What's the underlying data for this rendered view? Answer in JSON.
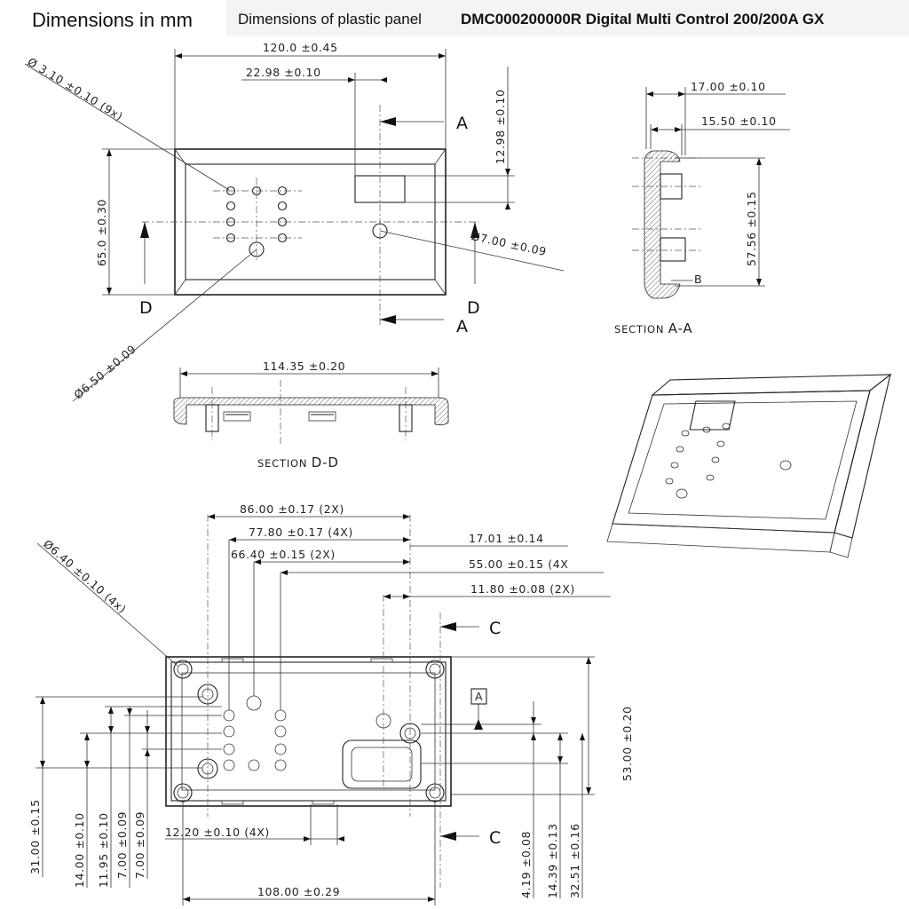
{
  "header": {
    "title": "Dimensions in mm",
    "subtitle": "Dimensions of plastic panel",
    "product": "DMC000200000R  Digital Multi Control 200/200A GX"
  },
  "front_view": {
    "width": "120.0 ±0.45",
    "offset_x": "22.98 ±0.10",
    "offset_y": "12.98 ±0.10",
    "height": "65.0 ±0.30",
    "hole_small": "Ø 3.10 ±0.10 (9x)",
    "hole_center": "Ø7.00 ±0.09",
    "hole_knob": "Ø6.50 ±0.09",
    "label_d": "D",
    "label_a": "A"
  },
  "section_aa": {
    "title_prefix": "SECTION",
    "title_letters": "A-A",
    "depth_total": "17.00 ±0.10",
    "depth_inner": "15.50 ±0.10",
    "height": "57.56 ±0.15",
    "label_b": "B"
  },
  "section_dd": {
    "title_prefix": "SECTION",
    "title_letters": "D-D",
    "width": "114.35 ±0.20"
  },
  "rear_view": {
    "dim_86": "86.00 ±0.17 (2X)",
    "dim_7780": "77.80 ±0.17 (4X)",
    "dim_6640": "66.40 ±0.15 (2X)",
    "dim_1701": "17.01 ±0.14",
    "dim_55": "55.00 ±0.15 (4X",
    "dim_1180": "11.80 ±0.08 (2X)",
    "hole_corner": "Ø6.40 ±0.10 (4x)",
    "label_c": "C",
    "label_datum": "A",
    "dim_53": "53.00 ±0.20",
    "dim_1220": "12.20 ±0.10 (4X)",
    "dim_108": "108.00 ±0.29",
    "dim_31": "31.00 ±0.15",
    "dim_14": "14.00 ±0.10",
    "dim_1195": "11.95 ±0.10",
    "dim_7a": "7.00 ±0.09",
    "dim_7b": "7.00 ±0.09",
    "dim_419": "4.19 ±0.08",
    "dim_1439": "14.39 ±0.13",
    "dim_3251": "32.51 ±0.16"
  }
}
